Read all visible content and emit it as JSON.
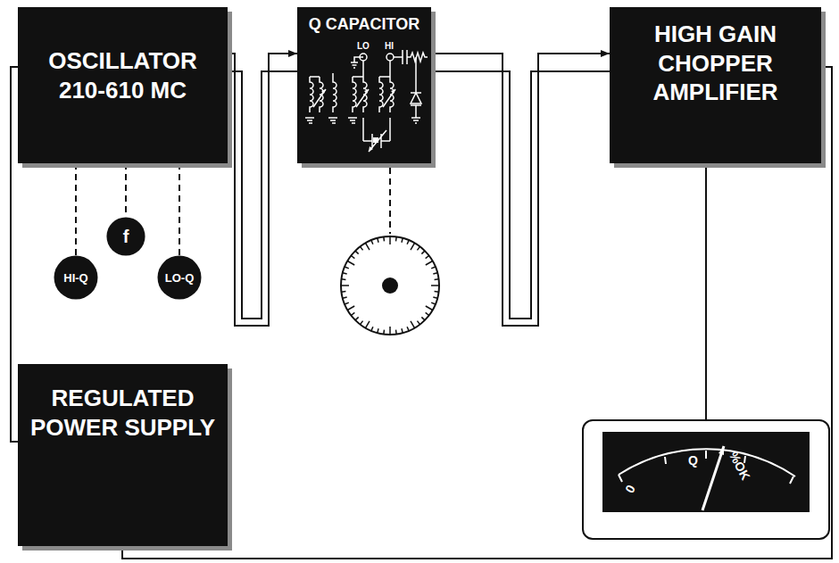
{
  "diagram": {
    "nodes": [
      {
        "text": [
          "OSCILLATOR 210-610 MC"
        ]
      },
      {
        "text": [
          "Q CAPACITOR"
        ]
      },
      {
        "text": [
          "HIGH GAIN CHOPPER AMPLIFIER"
        ]
      },
      {
        "text": [
          "f"
        ]
      },
      {
        "text": [
          "HI-Q"
        ]
      },
      {
        "text": [
          "LO-Q"
        ]
      },
      {
        "text": [
          "REGULATED POWER SUPPLY"
        ]
      },
      {
        "text": [
          "0",
          "Q",
          "%OK"
        ]
      }
    ],
    "edges": [
      {
        "from": 0,
        "to": 1,
        "arrow": "to"
      },
      {
        "from": 1,
        "to": 2,
        "arrow": "to"
      },
      {
        "from": 6,
        "to": 0,
        "arrow": "none"
      },
      {
        "from": 6,
        "to": 2,
        "arrow": "none"
      },
      {
        "from": 2,
        "to": 7,
        "arrow": "none"
      },
      {
        "from": 0,
        "to": 3,
        "arrow": "none"
      },
      {
        "from": 0,
        "to": 4,
        "arrow": "none"
      },
      {
        "from": 0,
        "to": 5,
        "arrow": "none"
      }
    ],
    "labels": [
      "LO",
      "HI"
    ]
  }
}
